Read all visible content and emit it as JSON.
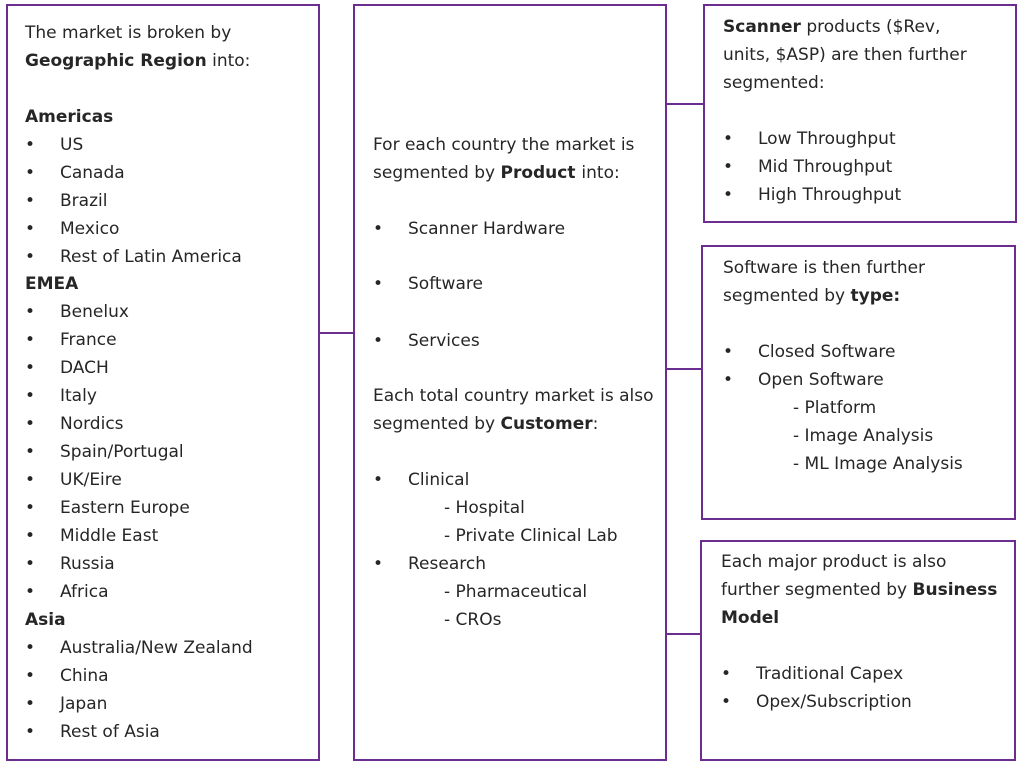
{
  "colors": {
    "border": "#6b2d8f",
    "text": "#262626"
  },
  "bullet": "•",
  "region_box": {
    "intro_1": "The market is broken by",
    "intro_bold": "Geographic Region",
    "intro_2": " into:",
    "groups": [
      {
        "title": "Americas",
        "items": [
          "US",
          "Canada",
          "Brazil",
          "Mexico",
          "Rest of Latin America"
        ]
      },
      {
        "title": "EMEA",
        "items": [
          "Benelux",
          "France",
          "DACH",
          "Italy",
          "Nordics",
          "Spain/Portugal",
          "UK/Eire",
          "Eastern Europe",
          "Middle East",
          "Russia",
          "Africa"
        ]
      },
      {
        "title": "Asia",
        "items": [
          "Australia/New Zealand",
          "China",
          "Japan",
          "Rest of Asia"
        ]
      }
    ]
  },
  "product_box": {
    "p1_a": "For each country the market is segmented by ",
    "p1_bold": "Product ",
    "p1_b": "into:",
    "products": [
      "Scanner Hardware",
      "Software",
      "Services"
    ],
    "p2_a": "Each total country market is also segmented by ",
    "p2_bold": "Customer",
    "p2_b": ":",
    "customers": [
      {
        "label": "Clinical",
        "subs": [
          "- Hospital",
          "- Private Clinical Lab"
        ]
      },
      {
        "label": "Research",
        "subs": [
          "- Pharmaceutical",
          "- CROs"
        ]
      }
    ]
  },
  "scanner_box": {
    "bold": "Scanner",
    "text_1": " products ($Rev,",
    "text_2": "units, $ASP) are then further",
    "text_3": "segmented:",
    "items": [
      "Low Throughput",
      "Mid Throughput",
      "High Throughput"
    ]
  },
  "software_box": {
    "text_1": "Software is then further",
    "text_2a": "segmented by ",
    "text_2bold": "type:",
    "items": [
      {
        "label": "Closed Software",
        "subs": []
      },
      {
        "label": "Open Software",
        "subs": [
          "- Platform",
          "- Image Analysis",
          "- ML Image Analysis"
        ]
      }
    ]
  },
  "business_box": {
    "text_1": "Each major product is also",
    "text_2a": "further segmented by ",
    "text_2bold": "Business",
    "text_3bold": "Model",
    "items": [
      "Traditional Capex",
      "Opex/Subscription"
    ]
  }
}
